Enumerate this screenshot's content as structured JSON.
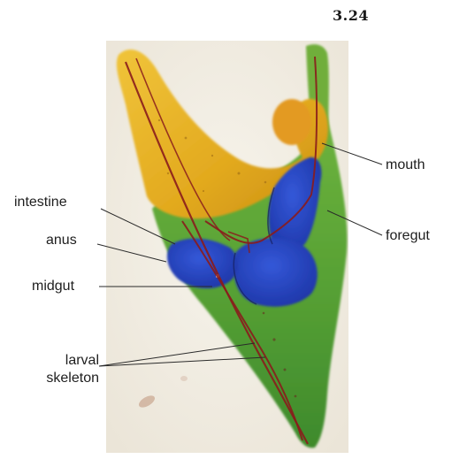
{
  "figure_number": "3.24",
  "labels": {
    "mouth": "mouth",
    "foregut": "foregut",
    "intestine": "intestine",
    "anus": "anus",
    "midgut": "midgut",
    "larval_skeleton_line1": "larval",
    "larval_skeleton_line2": "skeleton"
  },
  "colors": {
    "background": "#f3efe6",
    "larval_arm_yellow": "#e8b322",
    "body_green": "#5aa23a",
    "gut_blue": "#2a48c8",
    "skeleton_red": "#8a1c1c"
  }
}
